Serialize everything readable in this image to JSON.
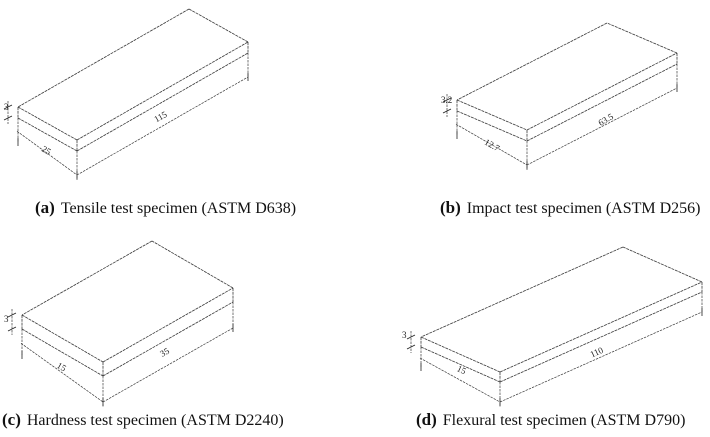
{
  "specimens": [
    {
      "id": "a",
      "letter": "(a)",
      "caption": "Tensile test specimen (ASTM D638)",
      "thickness": "3",
      "width": "25",
      "length": "115"
    },
    {
      "id": "b",
      "letter": "(b)",
      "caption": "Impact test specimen (ASTM D256)",
      "thickness": "3.2",
      "width": "12.7",
      "length": "63.5"
    },
    {
      "id": "c",
      "letter": "(c)",
      "caption": "Hardness test specimen (ASTM D2240)",
      "thickness": "3",
      "width": "15",
      "length": "35"
    },
    {
      "id": "d",
      "letter": "(d)",
      "caption": "Flexural test specimen (ASTM D790)",
      "thickness": "3",
      "width": "15",
      "length": "110"
    }
  ]
}
